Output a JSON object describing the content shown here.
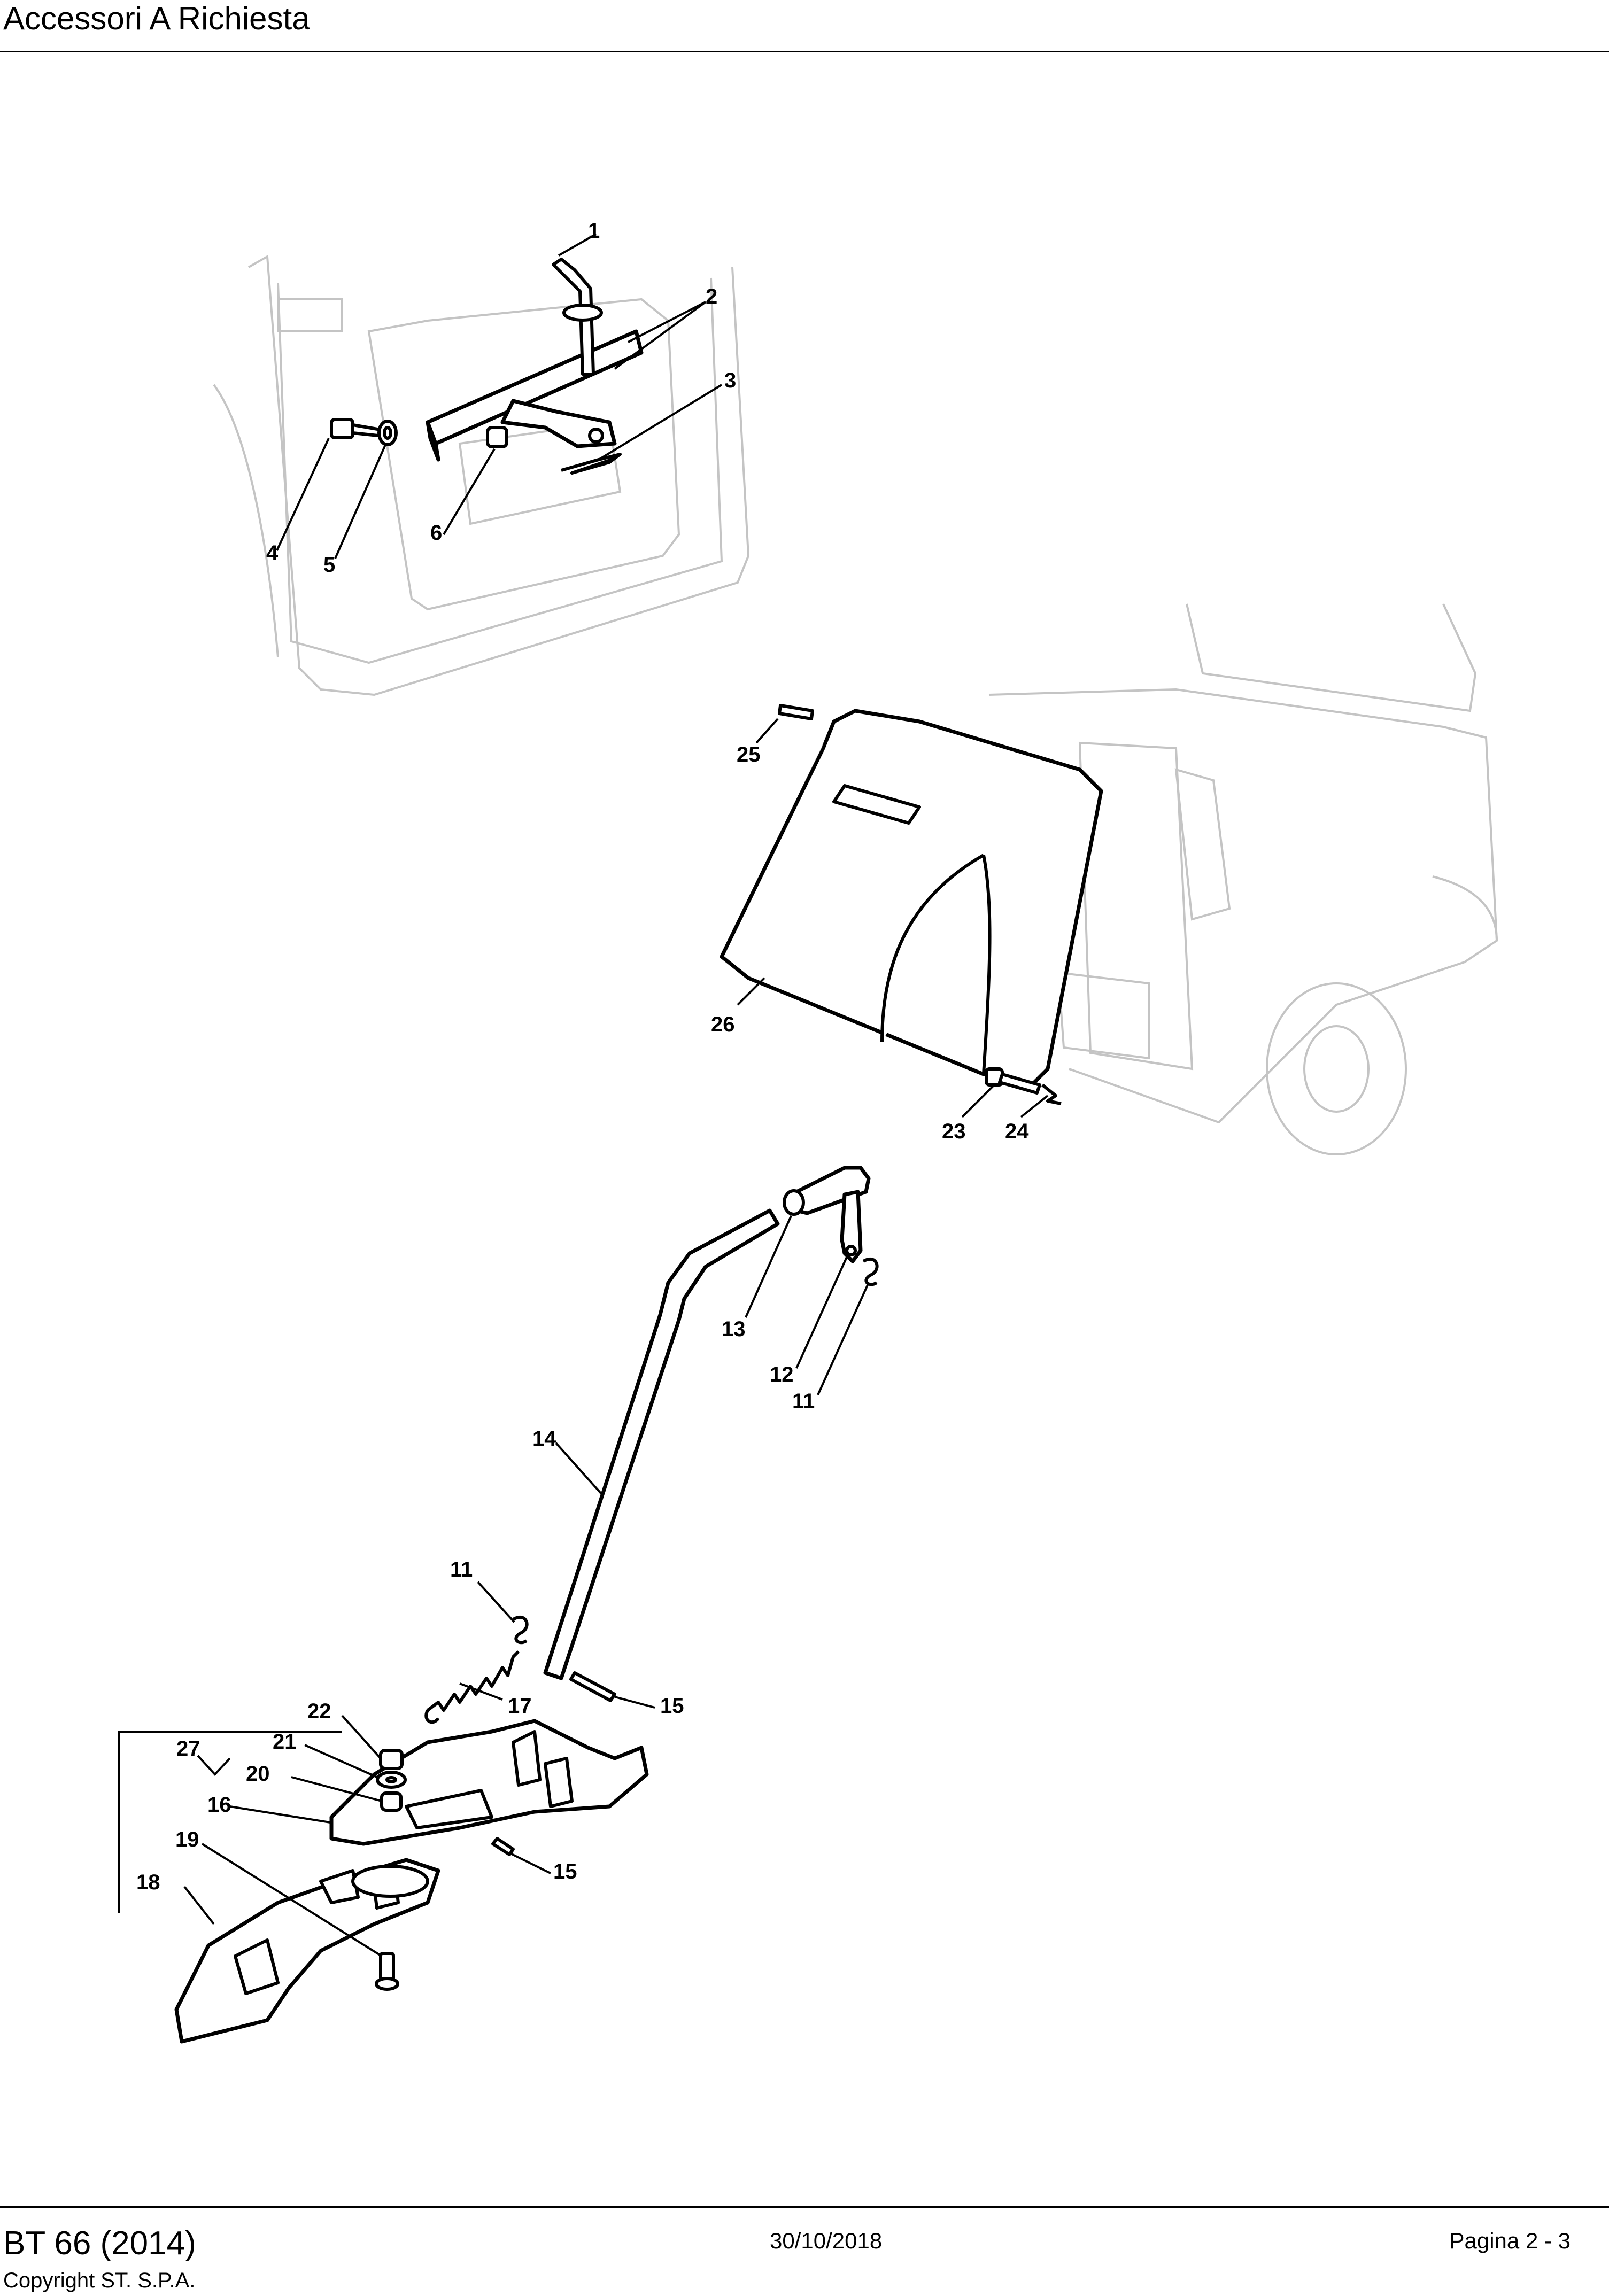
{
  "header": {
    "title": "Accessori A Richiesta"
  },
  "diagram": {
    "callouts": [
      "1",
      "2",
      "3",
      "4",
      "5",
      "6",
      "25",
      "26",
      "23",
      "24",
      "13",
      "12",
      "11",
      "14",
      "11",
      "17",
      "15",
      "22",
      "21",
      "27",
      "20",
      "16",
      "19",
      "15",
      "18"
    ]
  },
  "footer": {
    "model": "BT 66 (2014)",
    "copyright": "Copyright ST. S.P.A.",
    "date": "30/10/2018",
    "page": "Pagina 2 - 3"
  }
}
